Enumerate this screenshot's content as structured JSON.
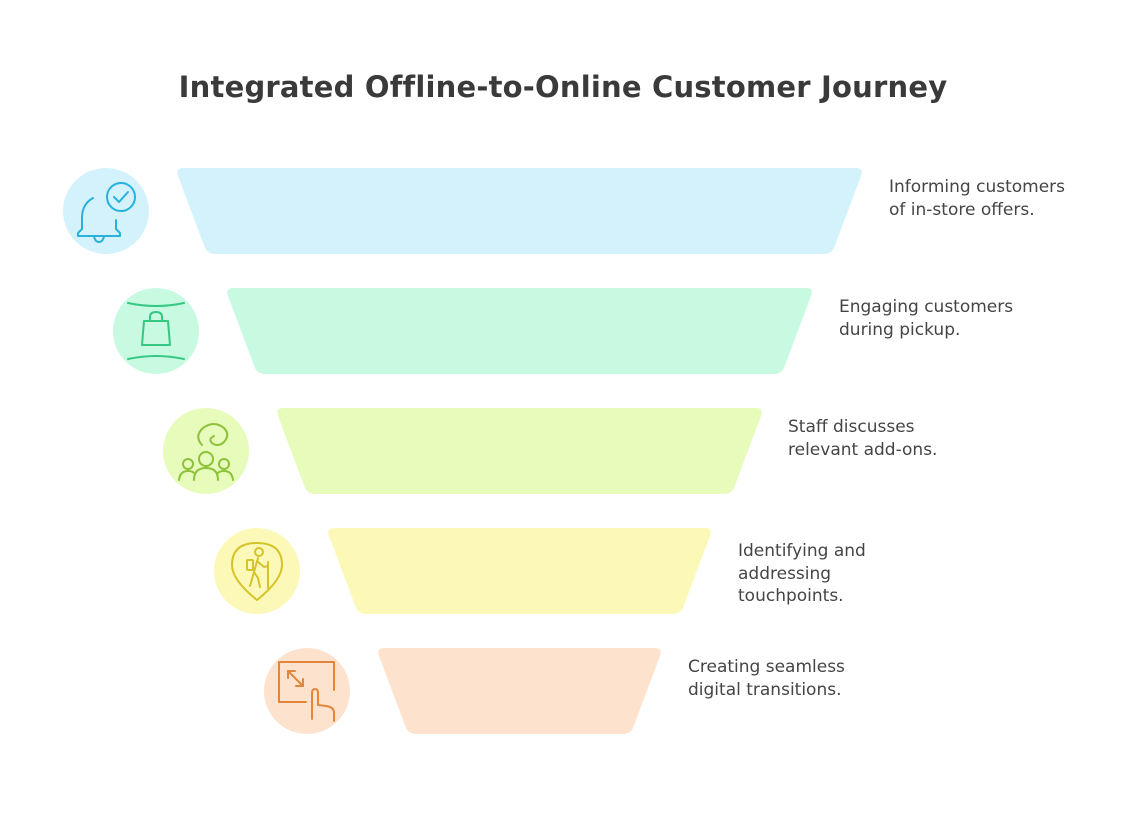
{
  "title": "Integrated Offline-to-Online Customer Journey",
  "stages": [
    {
      "icon": "bell-check-icon",
      "lines": [
        "Informing customers",
        "of in-store offers."
      ],
      "fill": "#d3f2fb",
      "circle": "#d3f2fb",
      "stroke": "#28b1dd"
    },
    {
      "icon": "shopping-bag-icon",
      "lines": [
        "Engaging customers",
        "during pickup."
      ],
      "fill": "#c8fae1",
      "circle": "#c8fae1",
      "stroke": "#34c882"
    },
    {
      "icon": "group-conversation-icon",
      "lines": [
        "Staff discusses",
        "relevant add-ons."
      ],
      "fill": "#e7fbbb",
      "circle": "#e7fbbb",
      "stroke": "#8cc13a"
    },
    {
      "icon": "hiker-location-pin-icon",
      "lines": [
        "Identifying and",
        "addressing",
        "touchpoints."
      ],
      "fill": "#fcf9b8",
      "circle": "#fcf9b8",
      "stroke": "#d4c32a"
    },
    {
      "icon": "resize-tap-icon",
      "lines": [
        "Creating seamless",
        "digital transitions."
      ],
      "fill": "#fde3cd",
      "circle": "#fde3cd",
      "stroke": "#e2863c"
    }
  ]
}
